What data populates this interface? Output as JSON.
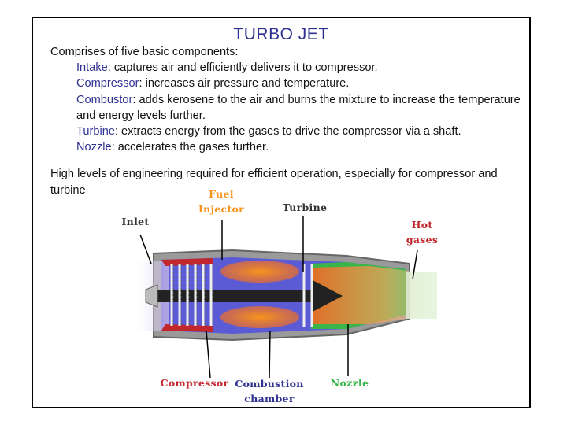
{
  "slide": {
    "title": "TURBO JET",
    "intro": "Comprises of five basic components:",
    "components": [
      {
        "term": "Intake",
        "text": ": captures air and efficiently delivers it to compressor."
      },
      {
        "term": "Compressor",
        "text": ": increases air pressure and temperature."
      },
      {
        "term": "Combustor",
        "text": ": adds kerosene to the air and burns the mixture to increase the temperature and energy levels further."
      },
      {
        "term": "Turbine",
        "text": ": extracts energy from the gases to drive the compressor via a shaft."
      },
      {
        "term": "Nozzle",
        "text": ": accelerates the gases further."
      }
    ],
    "note": "High levels of engineering required for efficient operation, especially for compressor and turbine"
  },
  "diagram": {
    "labels": {
      "fuel": "Fuel",
      "injector": "Injector",
      "turbine": "Turbine",
      "inlet": "Inlet",
      "hot": "Hot",
      "gases": "gases",
      "compressor": "Compressor",
      "combustion": "Combustion",
      "chamber": "chamber",
      "nozzle": "Nozzle"
    },
    "colors": {
      "blue_label": "#2e3192",
      "fuel_label": "#f7941d",
      "compressor_label": "#c1272d",
      "nozzle_label": "#39b54a",
      "turbine_label": "#333333"
    }
  }
}
